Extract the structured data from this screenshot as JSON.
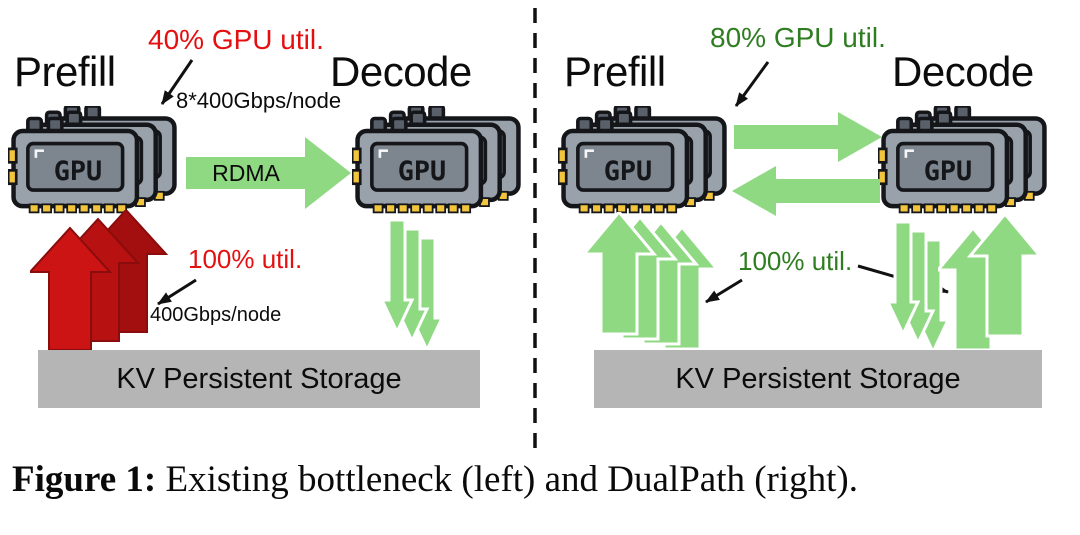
{
  "caption": {
    "prefix": "Figure 1:",
    "text": " Existing bottleneck (left) and DualPath (right)."
  },
  "gpu_label": "GPU",
  "left": {
    "prefill": "Prefill",
    "decode": "Decode",
    "gpu_util": "40% GPU util.",
    "interconnect_bandwidth": "8*400Gbps/node",
    "rdma": "RDMA",
    "storage_util": "100% util.",
    "storage_bandwidth": "400Gbps/node",
    "storage": "KV Persistent Storage"
  },
  "right": {
    "prefill": "Prefill",
    "decode": "Decode",
    "gpu_util": "80% GPU util.",
    "storage_util": "100% util.",
    "storage": "KV Persistent Storage"
  },
  "colors": {
    "red_text": "#e41010",
    "red_arrow": "#c01212",
    "green_arrow": "#8fd983",
    "green_text": "#2f7d21",
    "storage_gray": "#b5b5b5"
  }
}
